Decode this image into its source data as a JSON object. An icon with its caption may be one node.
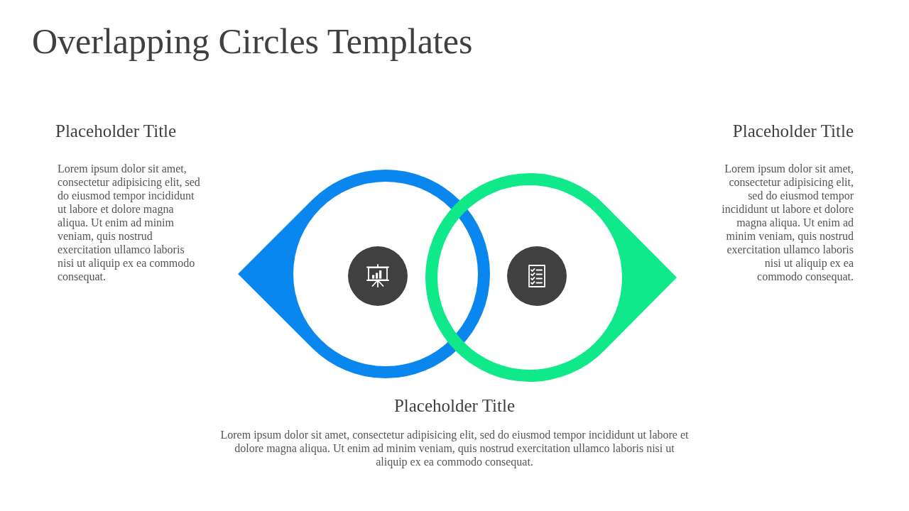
{
  "diagram": {
    "title": "Overlapping Circles Templates",
    "nodes": [
      {
        "text": [],
        "shape": "teardrop",
        "beside": [
          "Placeholder Title",
          "Lorem ipsum dolor sit amet, consectetur adipisicing elit, sed do eiusmod tempor incididunt ut labore et dolore magna aliqua. Ut enim ad minim veniam, quis nostrud exercitation ullamco laboris nisi ut aliquip ex ea commodo consequat."
        ]
      },
      {
        "text": [],
        "shape": "teardrop",
        "beside": [
          "Placeholder Title",
          "Lorem ipsum dolor sit amet, consectetur adipisicing elit, sed do eiusmod tempor incididunt ut labore et dolore magna aliqua. Ut enim ad minim veniam, quis nostrud exercitation ullamco laboris nisi ut aliquip ex ea commodo consequat."
        ]
      }
    ],
    "labels": [
      "Placeholder Title",
      "Lorem ipsum dolor sit amet, consectetur adipisicing elit, sed do eiusmod tempor incididunt ut labore et dolore magna aliqua. Ut enim ad minim veniam, quis nostrud exercitation ullamco laboris nisi ut aliquip ex ea commodo consequat."
    ]
  }
}
